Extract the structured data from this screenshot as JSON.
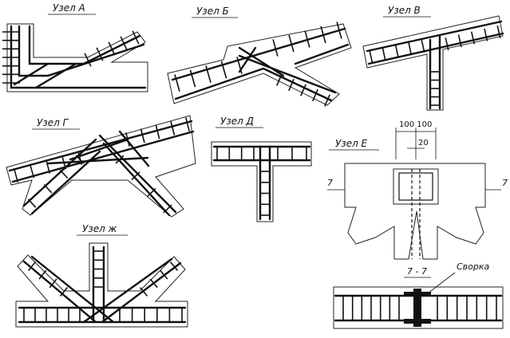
{
  "labels": {
    "node_a": "Узел А",
    "node_b": "Узел Б",
    "node_v": "Узел В",
    "node_g": "Узел Г",
    "node_d": "Узел Д",
    "node_e": "Узел Е",
    "node_zh": "Узел ж"
  },
  "node_e_dims": {
    "dim_top": "100 100",
    "dim_inner": "20",
    "section_mark": "7",
    "section_title": "7 - 7",
    "weld_note": "Сворка"
  }
}
